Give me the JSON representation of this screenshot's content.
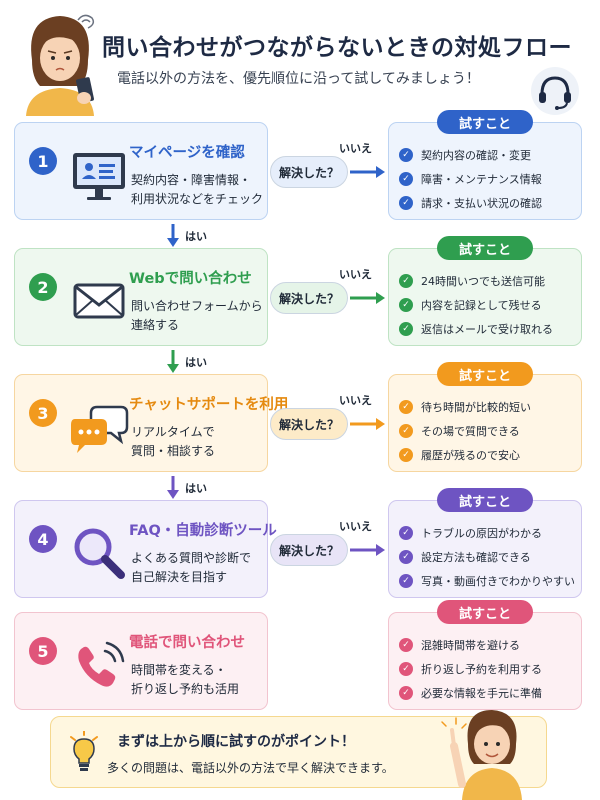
{
  "header": {
    "title": "問い合わせがつながらないときの対処フロー",
    "subtitle": "電話以外の方法を、優先順位に沿って試してみましょう！"
  },
  "colors": {
    "blue": "#2f63c9",
    "green": "#2f9e4f",
    "orange": "#f29a1e",
    "purple": "#6e54c2",
    "pink": "#e0557a"
  },
  "resolved_label": "解決した？",
  "no_label": "いいえ",
  "yes_label": "はい",
  "steps": [
    {
      "number": "1",
      "title": "マイページを確認",
      "desc": "契約内容・障害情報・\n利用状況などをチェック",
      "icon": "monitor-profile-icon",
      "try_title": "試すこと",
      "try_items": [
        "契約内容の確認・変更",
        "障害・メンテナンス情報",
        "請求・支払い状況の確認"
      ]
    },
    {
      "number": "2",
      "title": "Webで問い合わせ",
      "desc": "問い合わせフォームから\n連絡する",
      "icon": "envelope-icon",
      "try_title": "試すこと",
      "try_items": [
        "24時間いつでも送信可能",
        "内容を記録として残せる",
        "返信はメールで受け取れる"
      ]
    },
    {
      "number": "3",
      "title": "チャットサポートを利用",
      "desc": "リアルタイムで\n質問・相談する",
      "icon": "chat-bubbles-icon",
      "try_title": "試すこと",
      "try_items": [
        "待ち時間が比較的短い",
        "その場で質問できる",
        "履歴が残るので安心"
      ]
    },
    {
      "number": "4",
      "title": "FAQ・自動診断ツール",
      "desc": "よくある質問や診断で\n自己解決を目指す",
      "icon": "magnifier-icon",
      "try_title": "試すこと",
      "try_items": [
        "トラブルの原因がわかる",
        "設定方法も確認できる",
        "写真・動画付きでわかりやすい"
      ]
    },
    {
      "number": "5",
      "title": "電話で問い合わせ",
      "desc": "時間帯を変える・\n折り返し予約も活用",
      "icon": "phone-icon",
      "try_title": "試すこと",
      "try_items": [
        "混雑時間帯を避ける",
        "折り返し予約を利用する",
        "必要な情報を手元に準備"
      ]
    }
  ],
  "footer": {
    "title": "まずは上から順に試すのがポイント！",
    "subtitle": "多くの問題は、電話以外の方法で早く解決できます。"
  }
}
